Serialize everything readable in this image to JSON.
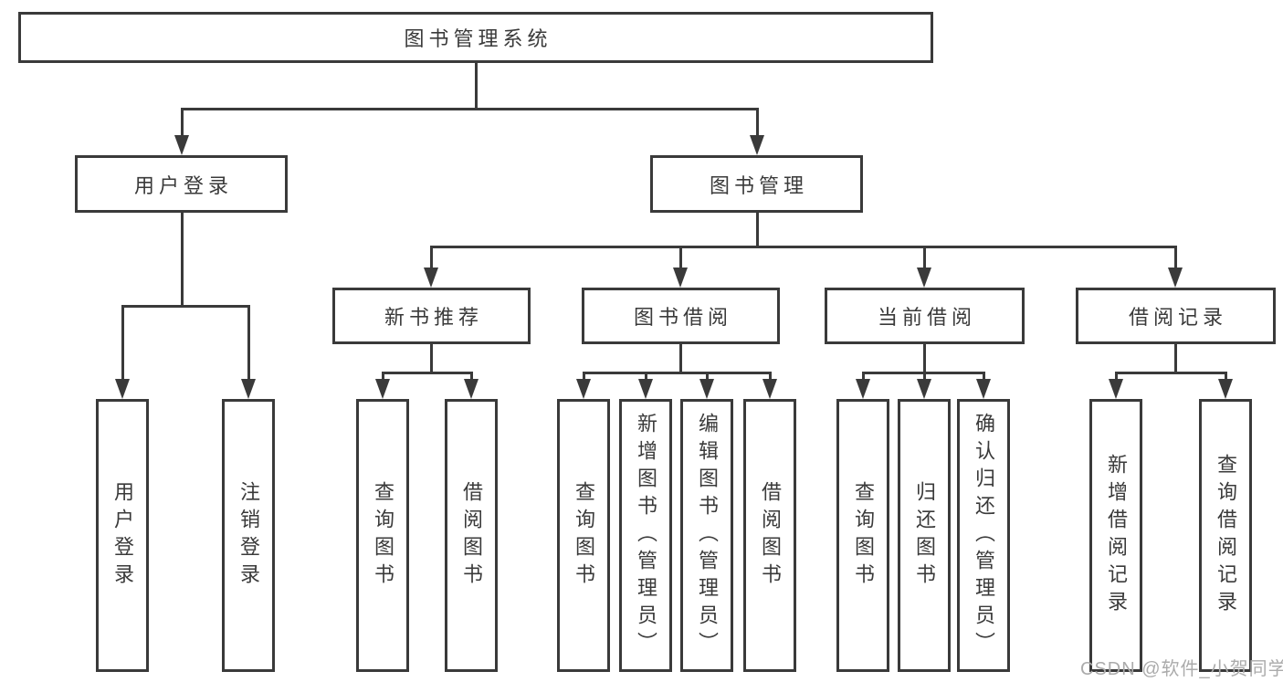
{
  "diagram_title": "图书管理系统",
  "watermark": "CSDN @软件_小贺同学",
  "colors": {
    "background": "#ffffff",
    "line": "#3a3a3a",
    "text": "#3a3a3a",
    "watermark": "#ababab"
  },
  "tree": {
    "label": "图书管理系统",
    "children": [
      {
        "label": "用户登录",
        "children": [
          {
            "label": "用户登录"
          },
          {
            "label": "注销登录"
          }
        ]
      },
      {
        "label": "图书管理",
        "children": [
          {
            "label": "新书推荐",
            "children": [
              {
                "label": "查询图书"
              },
              {
                "label": "借阅图书"
              }
            ]
          },
          {
            "label": "图书借阅",
            "children": [
              {
                "label": "查询图书"
              },
              {
                "label": "新增图书（管理员）"
              },
              {
                "label": "编辑图书（管理员）"
              },
              {
                "label": "借阅图书"
              }
            ]
          },
          {
            "label": "当前借阅",
            "children": [
              {
                "label": "查询图书"
              },
              {
                "label": "归还图书"
              },
              {
                "label": "确认归还（管理员）"
              }
            ]
          },
          {
            "label": "借阅记录",
            "children": [
              {
                "label": "新增借阅记录"
              },
              {
                "label": "查询借阅记录"
              }
            ]
          }
        ]
      }
    ]
  }
}
